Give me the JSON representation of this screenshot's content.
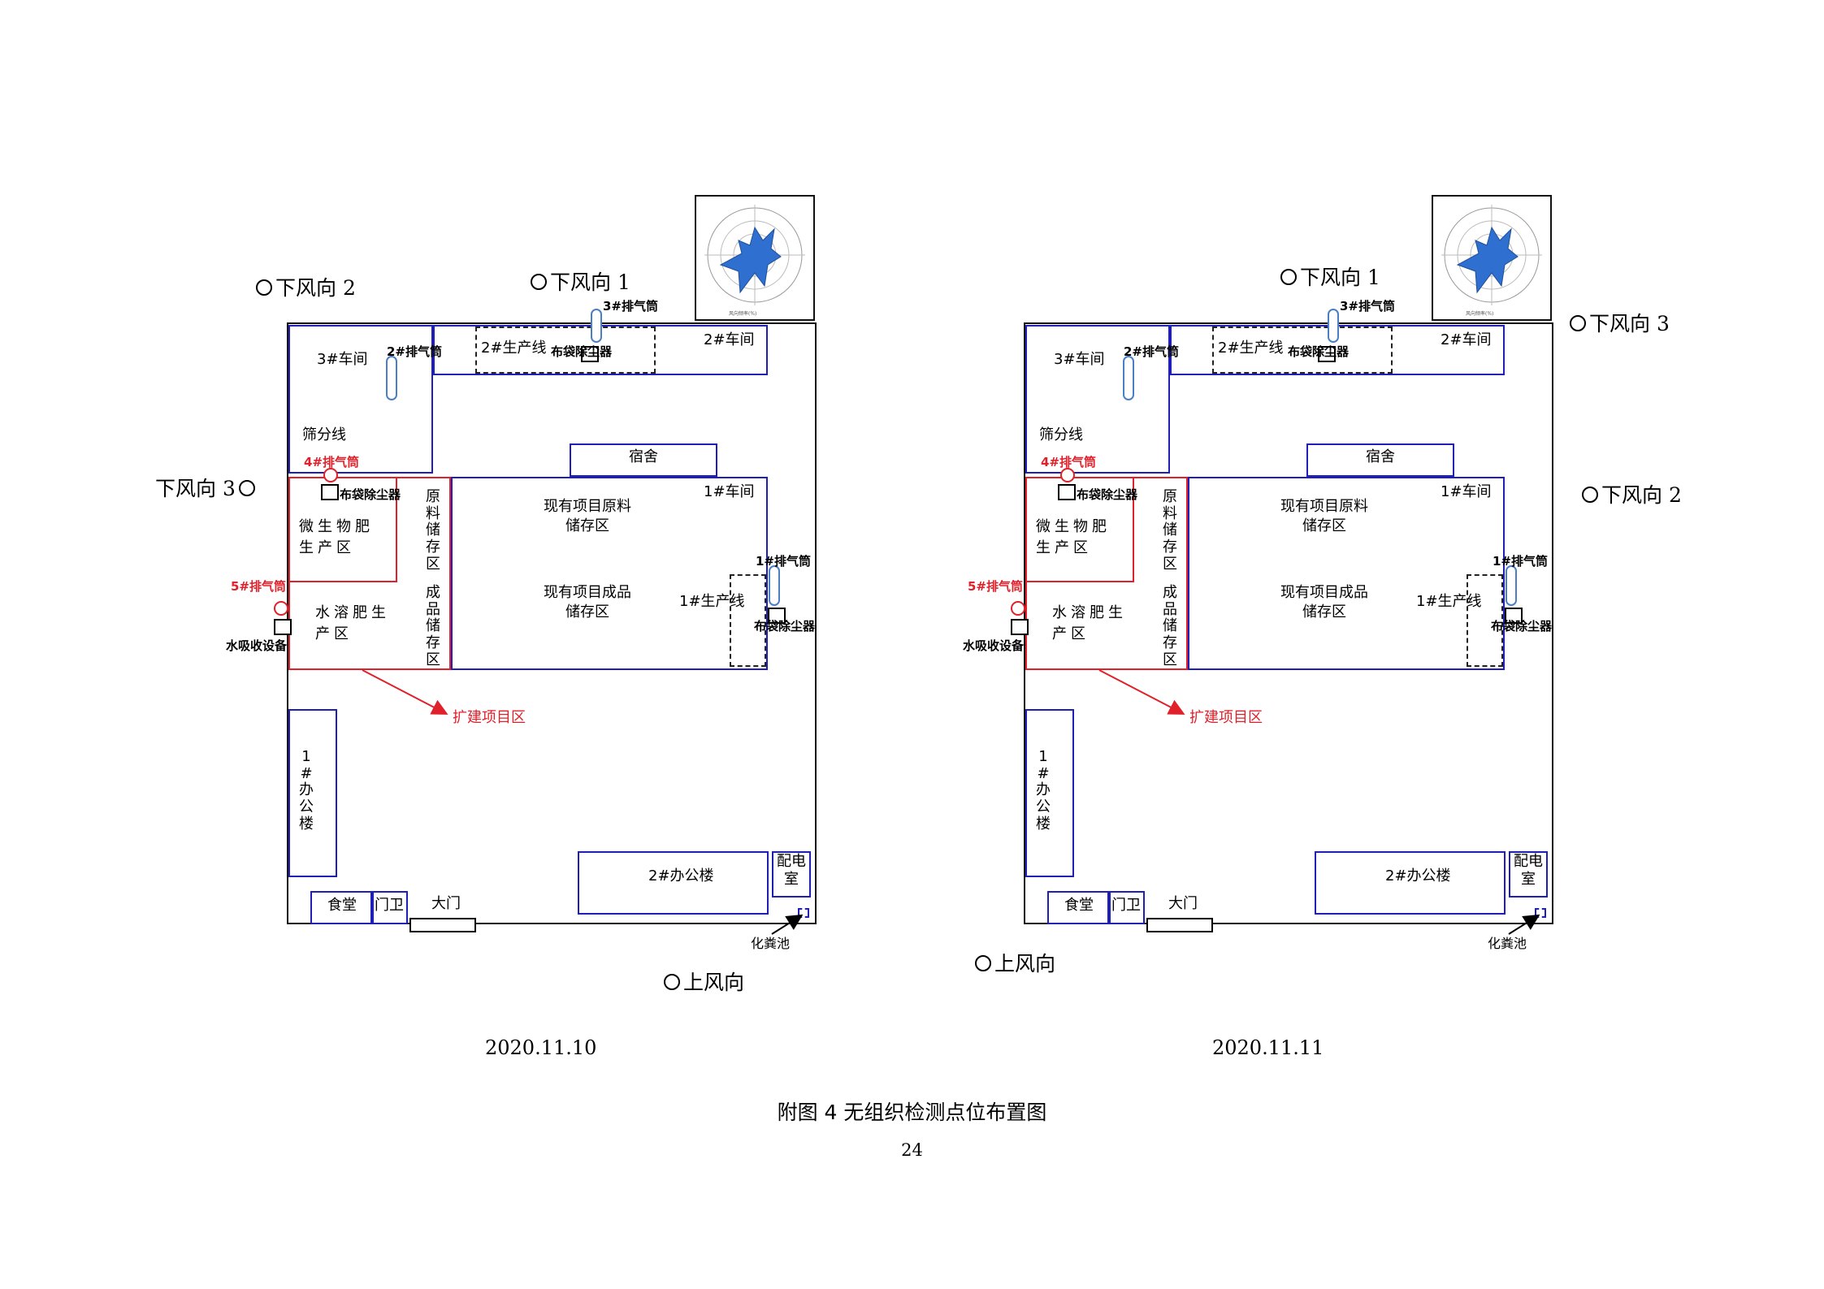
{
  "plans": [
    {
      "date": "2020.11.10",
      "wind_labels": {
        "down1": "下风向 1",
        "down2": "下风向 2",
        "down3": "下风向 3",
        "up": "上风向"
      },
      "rooms": {
        "workshop3": "3#车间",
        "screening": "筛分线",
        "line2": "2#生产线",
        "workshop2": "2#车间",
        "dormitory": "宿舍",
        "workshop1": "1#车间",
        "micro_fert": "微生物肥生产区",
        "water_fert": "水溶肥生产区",
        "raw_store": "原料储存区",
        "prod_store": "成品储存区",
        "existing_raw": "现有项目原料储存区",
        "existing_prod": "现有项目成品储存区",
        "line1": "1#生产线",
        "office1": "1#办公楼",
        "office2": "2#办公楼",
        "power": "配电室",
        "canteen": "食堂",
        "guard": "门卫",
        "gate": "大门",
        "septic": "化粪池",
        "expansion": "扩建项目区"
      },
      "equipment": {
        "stack1": "1#排气筒",
        "stack2": "2#排气筒",
        "stack3": "3#排气筒",
        "stack4": "4#排气筒",
        "stack5": "5#排气筒",
        "bag_filter": "布袋除尘器",
        "water_absorber": "水吸收设备"
      }
    },
    {
      "date": "2020.11.11",
      "wind_labels": {
        "down1": "下风向 1",
        "down2": "下风向 2",
        "down3": "下风向 3",
        "up": "上风向"
      },
      "rooms": {
        "workshop3": "3#车间",
        "screening": "筛分线",
        "line2": "2#生产线",
        "workshop2": "2#车间",
        "dormitory": "宿舍",
        "workshop1": "1#车间",
        "micro_fert": "微生物肥生产区",
        "water_fert": "水溶肥生产区",
        "raw_store": "原料储存区",
        "prod_store": "成品储存区",
        "existing_raw": "现有项目原料储存区",
        "existing_prod": "现有项目成品储存区",
        "line1": "1#生产线",
        "office1": "1#办公楼",
        "office2": "2#办公楼",
        "power": "配电室",
        "canteen": "食堂",
        "guard": "门卫",
        "gate": "大门",
        "septic": "化粪池",
        "expansion": "扩建项目区"
      },
      "equipment": {
        "stack1": "1#排气筒",
        "stack2": "2#排气筒",
        "stack3": "3#排气筒",
        "stack4": "4#排气筒",
        "stack5": "5#排气筒",
        "bag_filter": "布袋除尘器",
        "water_absorber": "水吸收设备"
      }
    }
  ],
  "caption": "附图 4  无组织检测点位布置图",
  "page_number": "24",
  "colors": {
    "building_outline": "#1f1fb8",
    "expansion": "#e0202a",
    "stack": "#4a7fc6",
    "wind_rose": "#2f6fd0"
  },
  "icons": [
    "wind-rose-icon",
    "monitoring-point-circle-icon",
    "exhaust-stack-icon",
    "bag-filter-icon"
  ]
}
